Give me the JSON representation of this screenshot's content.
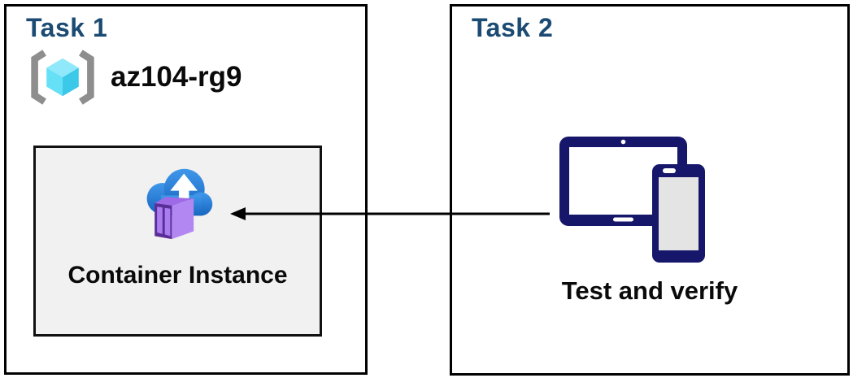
{
  "diagram": {
    "task1": {
      "title": "Task 1",
      "resource_group_name": "az104-rg9",
      "container_instance_label": "Container Instance"
    },
    "task2": {
      "title": "Task 2",
      "caption": "Test and verify"
    }
  },
  "icons": {
    "resource_group": "resource-group-brackets-cube",
    "container_instance": "cloud-upload-with-container",
    "devices": "tablet-and-phone",
    "connector": "left-arrow"
  },
  "colors": {
    "title_blue": "#1B4A73",
    "text_black": "#0A0A0A",
    "panel_border": "#000000",
    "card_bg": "#F1F1F1",
    "card_border": "#111111",
    "bracket_gray": "#8E8E8E",
    "cube_cyan_top": "#8FE9FB",
    "cube_cyan_left": "#66E0F7",
    "cube_cyan_right": "#3CC8E8",
    "cloud_blue_top": "#4098EA",
    "cloud_blue_bottom": "#1765C0",
    "container_purple_side": "#B287F2",
    "container_purple_top": "#9E6AE6",
    "container_purple_front": "#5B2D96",
    "container_purple_panel": "#A97CF0",
    "device_navy": "#16166B",
    "phone_screen_gray": "#E4E4E4",
    "arrow_black": "#000000"
  }
}
